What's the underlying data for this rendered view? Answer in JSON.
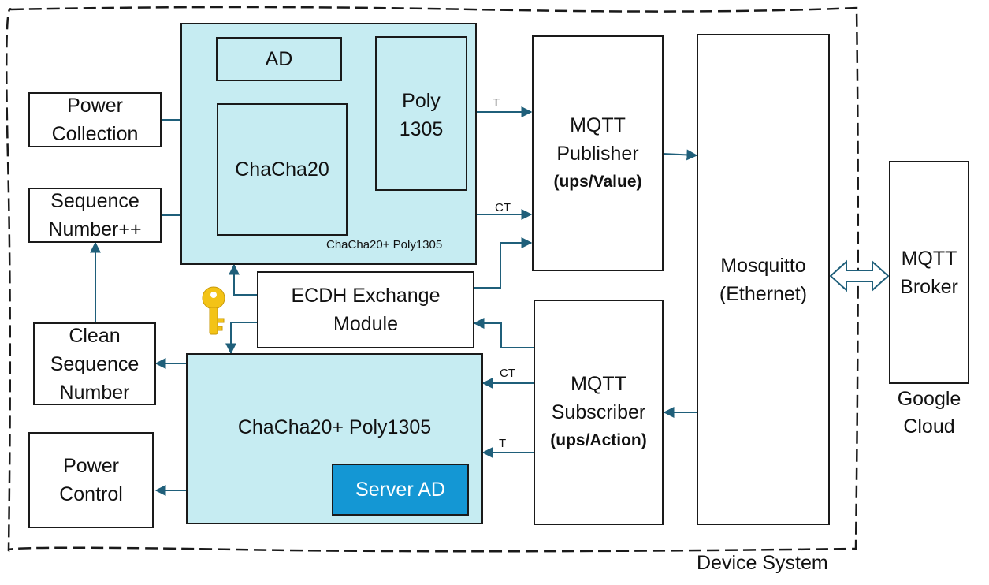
{
  "colors": {
    "block_fill": "#c6ecf2",
    "server_ad_fill": "#1497d4",
    "arrow": "#1f5f7a",
    "key": "#f3c316"
  },
  "blocks": {
    "power_collection": [
      "Power",
      "Collection"
    ],
    "sequence_number": [
      "Sequence",
      "Number++"
    ],
    "clean_sequence": [
      "Clean",
      "Sequence",
      "Number"
    ],
    "power_control": [
      "Power",
      "Control"
    ],
    "ad": "AD",
    "chacha20": "ChaCha20",
    "poly1305": [
      "Poly",
      "1305"
    ],
    "encrypt_group_label": "ChaCha20+ Poly1305",
    "ecdh": [
      "ECDH Exchange",
      "Module"
    ],
    "decrypt_group_label": "ChaCha20+ Poly1305",
    "server_ad": "Server AD",
    "publisher": {
      "lines": [
        "MQTT",
        "Publisher"
      ],
      "topic": "(ups/Value)"
    },
    "subscriber": {
      "lines": [
        "MQTT",
        "Subscriber"
      ],
      "topic": "(ups/Action)"
    },
    "mosquitto": [
      "Mosquitto",
      "(Ethernet)"
    ],
    "broker": [
      "MQTT",
      "Broker"
    ]
  },
  "edge_labels": {
    "t_top": "T",
    "ct_top": "CT",
    "ct_bottom": "CT",
    "t_bottom": "T"
  },
  "labels": {
    "cloud": [
      "Google",
      "Cloud"
    ],
    "device_system": "Device System"
  },
  "icons": {
    "key": "key-icon"
  }
}
